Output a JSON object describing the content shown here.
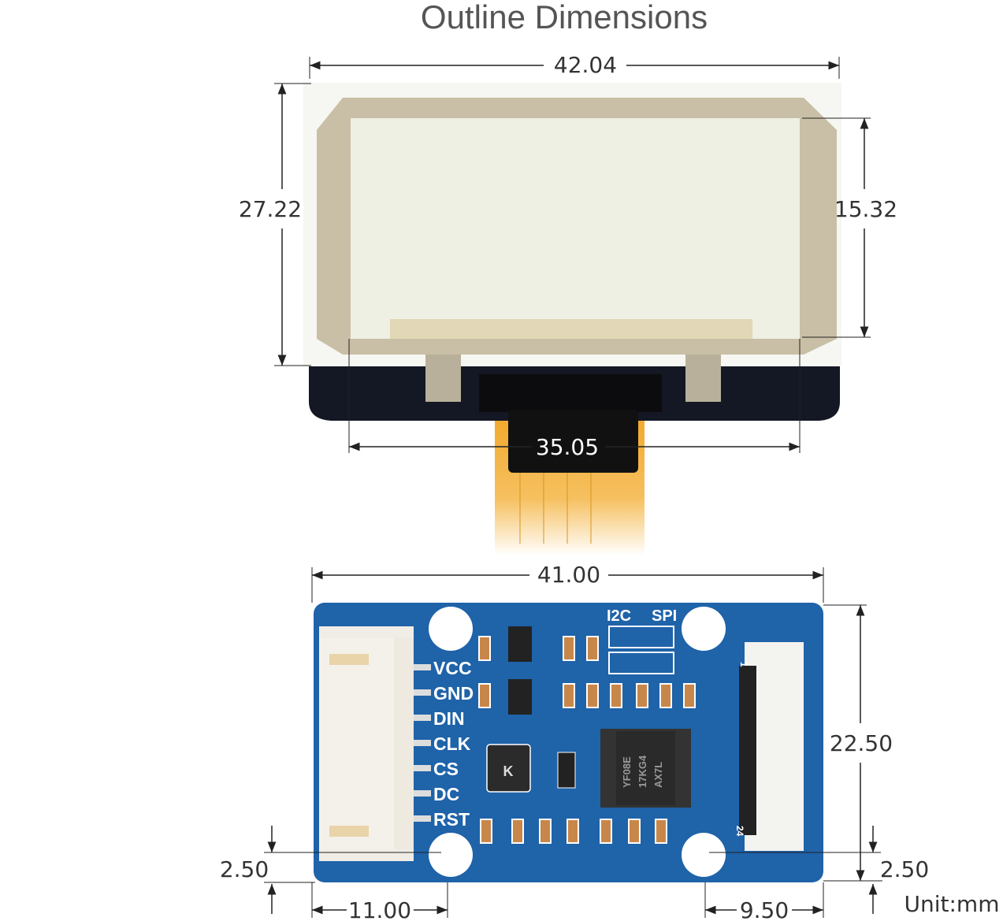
{
  "title": "Outline Dimensions",
  "dimensions": {
    "oled_width": "42.04",
    "oled_height": "27.22",
    "active_height": "15.32",
    "active_width": "35.05",
    "pcb_width": "41.00",
    "pcb_height": "22.50",
    "hole_offset_left": "2.50",
    "hole_offset_right": "2.50",
    "hole_x_left": "11.00",
    "hole_x_right": "9.50"
  },
  "unit": "Unit:mm",
  "pcb": {
    "pins": [
      "VCC",
      "GND",
      "DIN",
      "CLK",
      "CS",
      "DC",
      "RST"
    ],
    "interface_labels": [
      "I2C",
      "SPI"
    ],
    "connector_pin_first": "1",
    "connector_pin_last": "24",
    "chip_marking": [
      "YF08E",
      "17KG4",
      "AX7L"
    ],
    "inductor_marking": "K"
  },
  "colors": {
    "pcb_blue": "#1f63a9",
    "fpc_orange": "#f2a82a",
    "glass": "#eef0e4",
    "bezel": "#c9bfa6"
  }
}
